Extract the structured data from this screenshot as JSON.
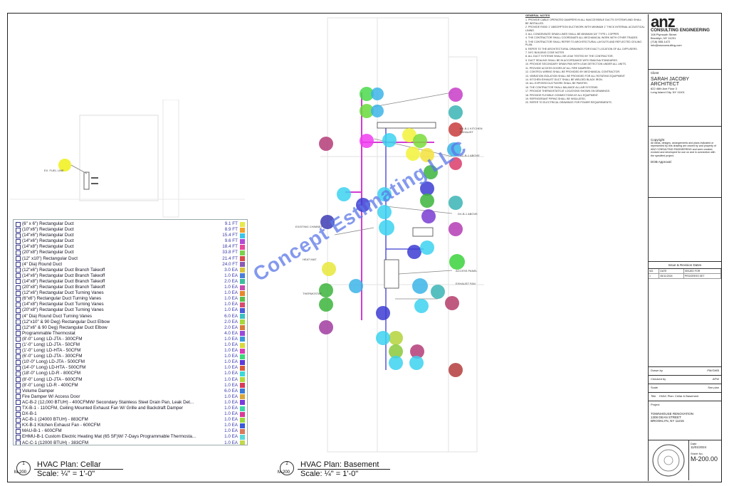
{
  "legend": {
    "items": [
      {
        "label": "(6\" x 6\") Rectangular Duct",
        "qty": "9.1 FT",
        "color": "#e6e94a"
      },
      {
        "label": "(10\"x6\") Rectangular Duct",
        "qty": "8.9 FT",
        "color": "#f2a12b"
      },
      {
        "label": "(14\"x6\") Rectangular Duct",
        "qty": "15.4 FT",
        "color": "#39c6e8"
      },
      {
        "label": "(14\"x6\") Rectangular Duct",
        "qty": "9.6 FT",
        "color": "#b24ad6"
      },
      {
        "label": "(14\"x8\") Rectangular Duct",
        "qty": "18.4 FT",
        "color": "#e74a9b"
      },
      {
        "label": "(20\"x8\") Rectangular Duct",
        "qty": "33.8 FT",
        "color": "#7ad34a"
      },
      {
        "label": "(12\" x10\") Rectangular Duct",
        "qty": "21.4 FT",
        "color": "#d94a4a"
      },
      {
        "label": "(4\" Dia) Round Duct",
        "qty": "24.0 FT",
        "color": "#8a5ab5"
      },
      {
        "label": "(12\"x6\") Rectangular Duct Branch Takeoff",
        "qty": "3.0 EA",
        "color": "#d9c23a"
      },
      {
        "label": "(14\"x6\") Rectangular Duct Branch Takeoff",
        "qty": "1.0 EA",
        "color": "#4a7fd9"
      },
      {
        "label": "(14\"x8\") Rectangular Duct Branch Takeoff",
        "qty": "2.0 EA",
        "color": "#3abf9e"
      },
      {
        "label": "(20\"x8\") Rectangular Duct Branch Takeoff",
        "qty": "1.0 EA",
        "color": "#c94ab0"
      },
      {
        "label": "(12\"x6\") Rectangular Duct Turning Vanes",
        "qty": "1.0 EA",
        "color": "#e8862b"
      },
      {
        "label": "(6\"x6\") Rectangular Duct Turning Vanes",
        "qty": "1.0 EA",
        "color": "#5bbf4a"
      },
      {
        "label": "(14\"x8\") Rectangular Duct Turning Vanes",
        "qty": "1.0 EA",
        "color": "#d94a6e"
      },
      {
        "label": "(20\"x8\") Rectangular Duct Turning Vanes",
        "qty": "1.0 EA",
        "color": "#4a5ad9"
      },
      {
        "label": "(4\" Dia) Round Duct Turning Vanes",
        "qty": "6.0 EA",
        "color": "#3ac2c2"
      },
      {
        "label": "(12\"x10\" & 90 Deg) Rectangular Duct Elbow",
        "qty": "2.0 EA",
        "color": "#a6d93a"
      },
      {
        "label": "(12\"x6\" & 90 Deg) Rectangular Duct Elbow",
        "qty": "2.0 EA",
        "color": "#d97a3a"
      },
      {
        "label": "Programmable Thermostat",
        "qty": "4.0 EA",
        "color": "#9a4ad9"
      },
      {
        "label": "(8'-0\" Long) LD-JTA - 300CFM",
        "qty": "1.0 EA",
        "color": "#3a9ad9"
      },
      {
        "label": "(1'-0\" Long) LD-JTA - 50CFM",
        "qty": "1.0 EA",
        "color": "#d9d93a"
      },
      {
        "label": "(1'-0\" Long) LD-HTA - 50CFM",
        "qty": "1.0 EA",
        "color": "#d93ab5"
      },
      {
        "label": "(6'-0\" Long) LD-JTA - 300CFM",
        "qty": "1.0 EA",
        "color": "#3ad97a"
      },
      {
        "label": "(10'-0\" Long) LD-JTA - 500CFM",
        "qty": "1.0 EA",
        "color": "#5a3ad9"
      },
      {
        "label": "(14'-0\" Long) LD-HTA - 500CFM",
        "qty": "1.0 EA",
        "color": "#d95a3a"
      },
      {
        "label": "(18'-0\" Long) LD-R - 800CFM",
        "qty": "1.0 EA",
        "color": "#3ad9d9"
      },
      {
        "label": "(8'-0\" Long) LD-JTA - 600CFM",
        "qty": "1.0 EA",
        "color": "#b5d93a"
      },
      {
        "label": "(8'-0\" Long) LD-R - 400CFM",
        "qty": "1.0 EA",
        "color": "#d93a5a"
      },
      {
        "label": "Volume Damper",
        "qty": "6.0 EA",
        "color": "#3a7ad9"
      },
      {
        "label": "Fire Damper W/ Access Door",
        "qty": "1.0 EA",
        "color": "#d9a63a"
      },
      {
        "label": "AC-B-2 (12,000 BTUH) - 400CFMW/ Secondary Stainless Steel Drain Pan, Leak Det...",
        "qty": "1.0 EA",
        "color": "#7a3ad9"
      },
      {
        "label": "TX-B-1 - 110CFM, Ceiling Mounted Exhaust Fan W/ Grille and Backdraft Damper",
        "qty": "1.0 EA",
        "color": "#3ad9a6"
      },
      {
        "label": "DX-B-1",
        "qty": "1.0 EA",
        "color": "#d93a9a"
      },
      {
        "label": "AC-B-1 (24000 BTUH) - 883CFM",
        "qty": "1.0 EA",
        "color": "#9ad93a"
      },
      {
        "label": "KX-B-1 Kitchen Exhaust Fan - 600CFM",
        "qty": "1.0 EA",
        "color": "#3a5ad9"
      },
      {
        "label": "MAU-B-1 - 600CFM",
        "qty": "1.0 EA",
        "color": "#d97a5a"
      },
      {
        "label": "EHMU-B-1 Custom Electric Heating Mat (65 SF)W/ 7-Days Programmable Thermosta...",
        "qty": "1.0 EA",
        "color": "#5ad9d9"
      },
      {
        "label": "AC-C-1 (12000 BTUH) - 383CFM",
        "qty": "1.0 EA",
        "color": "#c2d94a"
      }
    ]
  },
  "views": [
    {
      "number": "1",
      "sheet": "M-200",
      "title": "HVAC Plan: Cellar",
      "scale": "Scale: ¼\" = 1'-0\""
    },
    {
      "number": "2",
      "sheet": "M-200",
      "title": "HVAC Plan: Basement",
      "scale": "Scale: ¼\" = 1'-0\""
    }
  ],
  "watermark": "Concept Estimating LLC",
  "notes": {
    "heading": "GENERAL NOTES",
    "items": [
      "1. PROVIDE CABLE OPERATED DAMPERS IN ALL INACCESSIBLE DUCTS SYSTEMS AND SHALL BE INSTALLED.",
      "2. PROVIDE RIGID 1\" ABSORPTION DUCTWORK WITH MINIMUM 1\" THICK INTERNAL ACOUSTICAL LINING.",
      "3. ALL CONDENSATE DRAIN LINES SHALL BE MINIMUM 3/4\" TYPE L COPPER.",
      "4. THE CONTRACTOR SHALL COORDINATE ALL MECHANICAL WORK WITH OTHER TRADES.",
      "5. THE CONTRACTOR SHALL REFER TO ARCHITECTURAL LAYOUTS AND REFLECTED CEILING PLAN.",
      "6. REFER TO THE ARCHITECTURAL DRAWINGS FOR EXACT LOCATION OF ALL DIFFUSERS.",
      "7. NYC BUILDING CODE NOTES",
      "8. ALL DUCT SYSTEMS SHALL BE LEAK TESTED BY THE CONTRACTOR.",
      "9. DUCT SEALING SHALL BE IN ACCORDANCE WITH SMACNA STANDARDS.",
      "10. PROVIDE SECONDARY DRAIN PAN WITH LEAK DETECTION UNDER ALL UNITS.",
      "11. PROVIDE ACCESS DOORS AT ALL FIRE DAMPERS.",
      "12. CONTROL WIRING SHALL BE PROVIDED BY MECHANICAL CONTRACTOR.",
      "13. VIBRATION ISOLATION SHALL BE PROVIDED FOR ALL ROTATING EQUIPMENT.",
      "14. KITCHEN EXHAUST DUCT SHALL BE WELDED BLACK IRON.",
      "15. ALL EXPOSED DUCTWORK SHALL BE PAINTED.",
      "16. THE CONTRACTOR SHALL BALANCE ALL AIR SYSTEMS.",
      "17. PROVIDE THERMOSTATS AT LOCATIONS SHOWN ON DRAWINGS.",
      "18. PROVIDE FLEXIBLE CONNECTIONS AT ALL EQUIPMENT.",
      "19. REFRIGERANT PIPING SHALL BE INSULATED.",
      "20. REFER TO ELECTRICAL DRAWINGS FOR POWER REQUIREMENTS."
    ]
  },
  "titleblock": {
    "firm_logo": "anz",
    "firm_name": "CONSULTING ENGINEERING",
    "firm_address": [
      "108 Plymouth Street",
      "Brooklyn, NY 11201",
      "(718) 555-1472",
      "info@anzconsulting.com"
    ],
    "client_label": "Client",
    "client_name": [
      "SARAH JACOBY",
      "ARCHITECT"
    ],
    "client_address": [
      "822 46th Ave Floor 3",
      "Long Island City, NY 11101"
    ],
    "copyright_label": "Copyright",
    "copyright_text": "All ideas, designs, arrangements and plans indicated or represented by this drawing are owned by and property of ANZ CONSULTING ENGINEERING and were created, evolved and developed for use on and in connection with the specified project.",
    "dob_label": "DOB Approval:",
    "issue_label": "Issue & Revision Dates",
    "issue_rows": [
      [
        "NO.",
        "DATE",
        "ISSUED FOR"
      ],
      [
        "1",
        "05/11/2024",
        "PROGRESS SET"
      ]
    ],
    "drawn_by_label": "Drawn by",
    "drawn_by": "PM/GWB",
    "checked_by_label": "Checked by",
    "checked_by": "APW",
    "scale_label": "Scale",
    "scale": "See plan",
    "title_label": "Title",
    "title": "HVAC Plan: Cellar & Basement",
    "project_label": "Project",
    "project": [
      "TOWNHOUSE RENOVATION",
      "1308 DEAN STREET",
      "BROOKLYN, NY 11216"
    ],
    "date_label": "Date",
    "date": "11/01/2024",
    "sheet_label": "Sheet No.",
    "sheet": "M-200.00"
  },
  "annotations": {
    "cellar_label": "EX. FUEL LINE",
    "labels": [
      "KX-B-1 KITCHEN EXHAUST",
      "AC-B-1 ABOVE",
      "DX-B-1 ABOVE",
      "EXISTING CHIMNEY",
      "ACCESS PANEL",
      "EXHAUST FAN",
      "HEAT MAT",
      "THERMOSTAT"
    ]
  }
}
